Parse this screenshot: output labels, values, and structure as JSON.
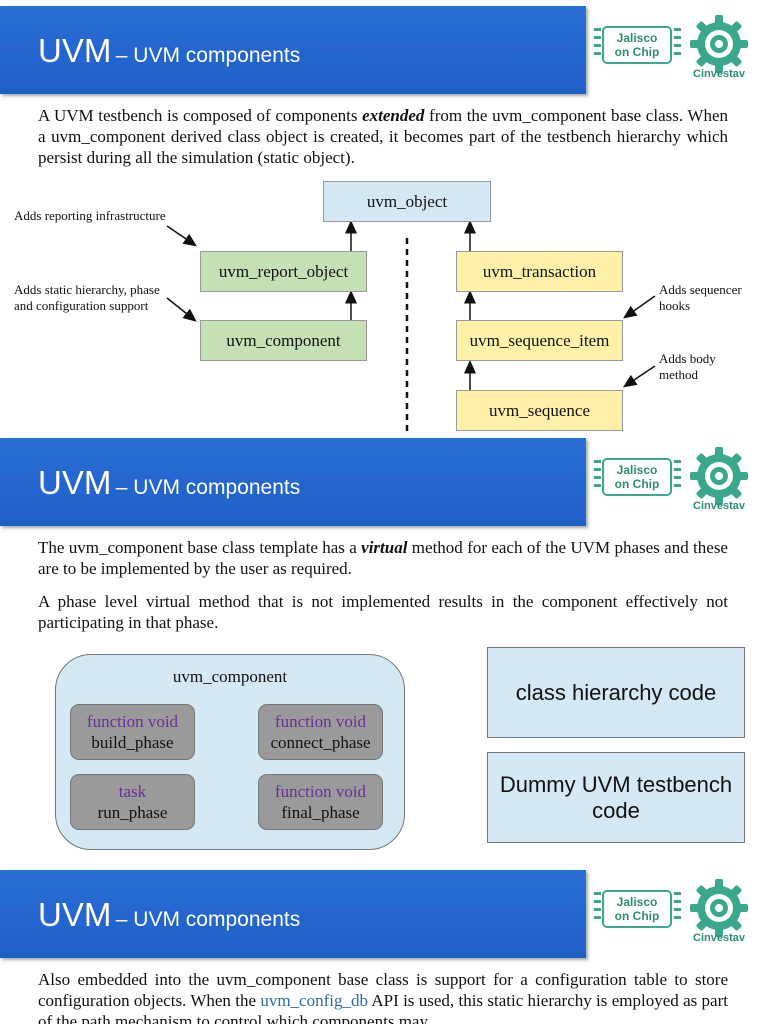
{
  "slides": [
    {
      "title_main": "UVM",
      "title_sub": "– UVM components",
      "logo_line1": "Jalisco",
      "logo_line2": "on Chip",
      "logo_org": "Cinvestav",
      "para_pre": "A UVM testbench is composed of components ",
      "para_em": "extended",
      "para_post": " from the uvm_component base class. When a uvm_component derived class object is created, it becomes part of the testbench hierarchy which persist during all the simulation (static object).",
      "diagram": {
        "root": "uvm_object",
        "report_object": "uvm_report_object",
        "component": "uvm_component",
        "transaction": "uvm_transaction",
        "sequence_item": "uvm_sequence_item",
        "sequence": "uvm_sequence",
        "note_reporting": "Adds reporting infrastructure",
        "note_static_1": "Adds static hierarchy, phase",
        "note_static_2": "and configuration support",
        "note_sequencer_1": "Adds sequencer",
        "note_sequencer_2": "hooks",
        "note_body_1": "Adds body",
        "note_body_2": "method"
      }
    },
    {
      "title_main": "UVM",
      "title_sub": "– UVM components",
      "logo_line1": "Jalisco",
      "logo_line2": "on Chip",
      "logo_org": "Cinvestav",
      "para1_pre": "The uvm_component base class template has a ",
      "para1_em": "virtual",
      "para1_post": " method for each of the UVM phases and these are to be implemented by the user as required.",
      "para2": "A phase level virtual method that is not implemented results in the component effectively not participating in that phase.",
      "component_title": "uvm_component",
      "phases": [
        {
          "kw": "function void",
          "name": "build_phase"
        },
        {
          "kw": "function void",
          "name": "connect_phase"
        },
        {
          "kw": "task",
          "name": "run_phase"
        },
        {
          "kw": "function void",
          "name": "final_phase"
        }
      ],
      "btn_hierarchy": "class hierarchy code",
      "btn_dummy": "Dummy UVM testbench code"
    },
    {
      "title_main": "UVM",
      "title_sub": "– UVM components",
      "logo_line1": "Jalisco",
      "logo_line2": "on Chip",
      "logo_org": "Cinvestav",
      "para_pre": "Also embedded into the uvm_component base class is support for a configuration table to store configuration objects. When the ",
      "para_link": "uvm_config_db",
      "para_post": " API is used, this static hierarchy is employed as part of the path mechanism to control which components may"
    }
  ],
  "colors": {
    "banner": "#1e5ec8",
    "green_box": "#c5e0b4",
    "yellow_box": "#fff2a8",
    "blue_box": "#d5e8f5",
    "logo_green": "#2d8c77",
    "keyword_purple": "#6a2e9a",
    "link_blue": "#2b6ca8"
  }
}
